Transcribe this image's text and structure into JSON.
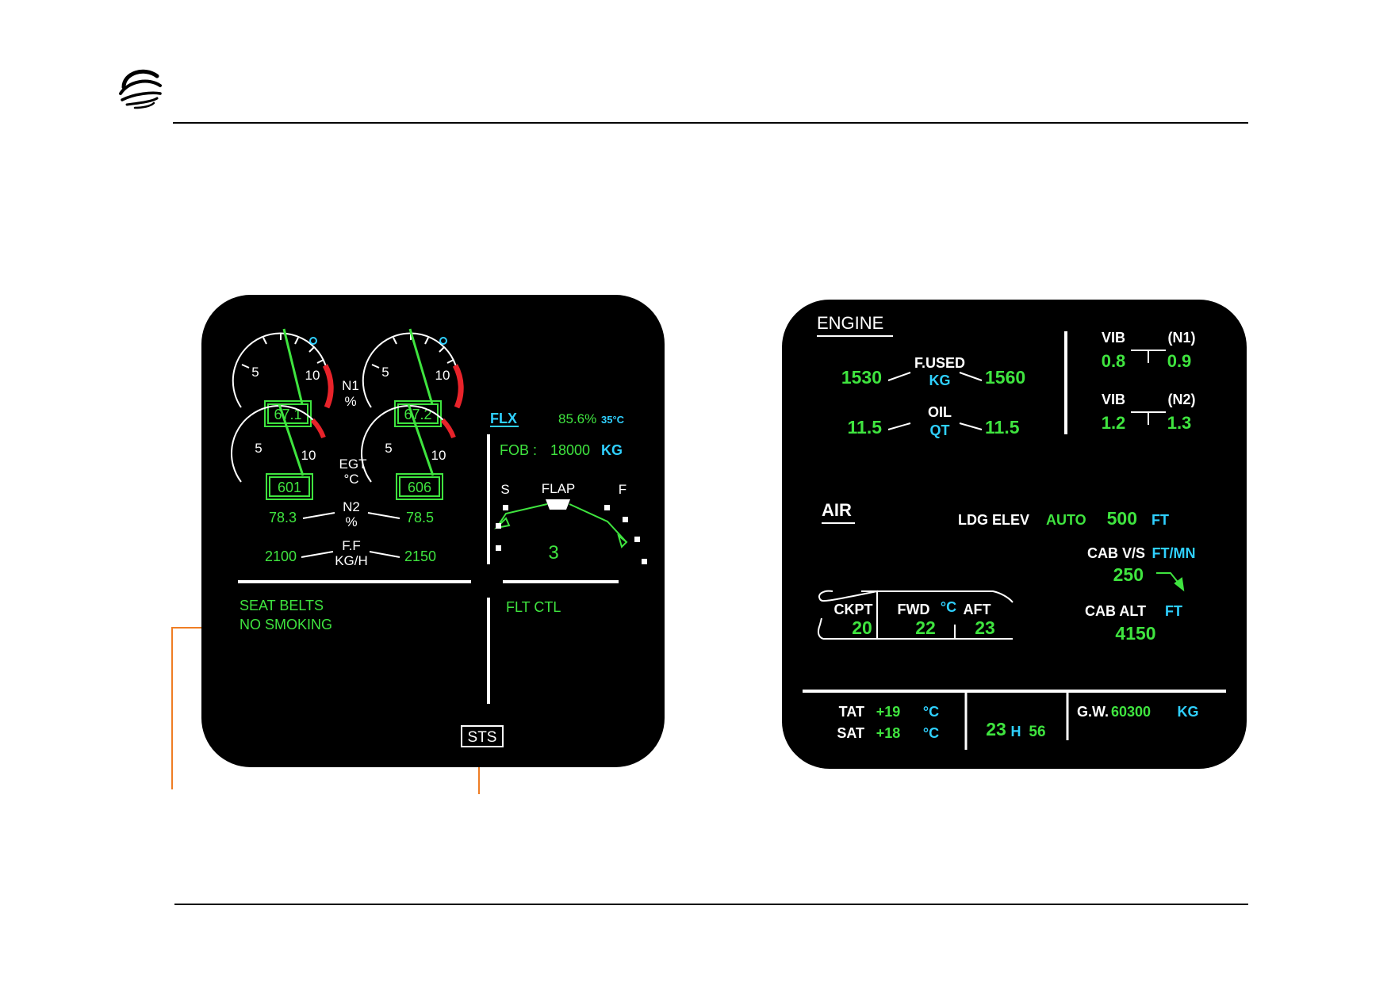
{
  "colors": {
    "screen": "#000000",
    "green": "#3fe43f",
    "cyan": "#2fd0ff",
    "white": "#ffffff",
    "red": "#e8232a",
    "amber": "#ef7d24"
  },
  "icons": {
    "logo": "swirl-logo-icon"
  },
  "ewd": {
    "n1": {
      "label": "N1",
      "unit": "%",
      "scale_low": "5",
      "scale_high": "10",
      "eng1_value": "67.1",
      "eng2_value": "67.2",
      "eng1_fraction": 0.671,
      "eng2_fraction": 0.672
    },
    "egt": {
      "label": "EGT",
      "unit": "°C",
      "scale_low": "5",
      "scale_high": "10",
      "eng1_value": "601",
      "eng2_value": "606"
    },
    "n2": {
      "label": "N2",
      "unit": "%",
      "eng1_value": "78.3",
      "eng2_value": "78.5"
    },
    "ff": {
      "label": "F.F",
      "unit": "KG/H",
      "eng1_value": "2100",
      "eng2_value": "2150"
    },
    "thrust": {
      "mode": "FLX",
      "limit": "85.6%",
      "temp": "35°C"
    },
    "fob": {
      "label": "FOB :",
      "value": "18000",
      "unit": "KG"
    },
    "flap": {
      "label": "FLAP",
      "slat_label": "S",
      "flap_label": "F",
      "position": "3"
    },
    "memo_left": {
      "line1": "SEAT BELTS",
      "line2": "NO SMOKING"
    },
    "memo_right": {
      "line1": "FLT CTL"
    },
    "sts": "STS"
  },
  "sd": {
    "engine": {
      "title": "ENGINE",
      "fused": {
        "label": "F.USED",
        "unit": "KG",
        "eng1": "1530",
        "eng2": "1560"
      },
      "oil": {
        "label": "OIL",
        "unit": "QT",
        "eng1": "11.5",
        "eng2": "11.5"
      },
      "vib_n1": {
        "label": "VIB",
        "ref": "(N1)",
        "eng1": "0.8",
        "eng2": "0.9"
      },
      "vib_n2": {
        "label": "VIB",
        "ref": "(N2)",
        "eng1": "1.2",
        "eng2": "1.3"
      }
    },
    "air": {
      "title": "AIR",
      "ldg_elev": {
        "label": "LDG  ELEV",
        "mode": "AUTO",
        "value": "500",
        "unit": "FT"
      },
      "cab_vs": {
        "label": "CAB  V/S",
        "unit": "FT/MN",
        "value": "250"
      },
      "cab_alt": {
        "label": "CAB  ALT",
        "unit": "FT",
        "value": "4150"
      },
      "temps": {
        "ckpt_label": "CKPT",
        "fwd_label": "FWD",
        "aft_label": "AFT",
        "unit": "°C",
        "ckpt": "20",
        "fwd": "22",
        "aft": "23"
      }
    },
    "footer": {
      "tat_label": "TAT",
      "tat_value": "+19",
      "tat_unit": "°C",
      "sat_label": "SAT",
      "sat_value": "+18",
      "sat_unit": "°C",
      "time_h": "23",
      "time_sep": "H",
      "time_m": "56",
      "gw_label": "G.W.",
      "gw_value": "60300",
      "gw_unit": "KG"
    }
  }
}
